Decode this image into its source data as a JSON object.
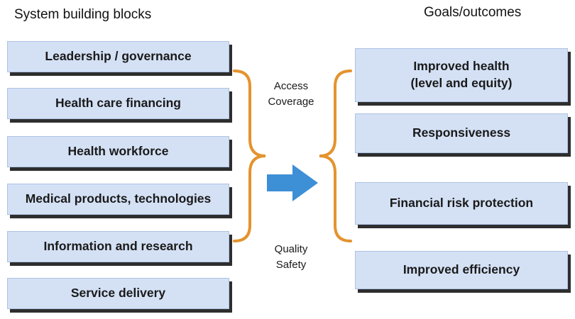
{
  "headings": {
    "left": "System building blocks",
    "right": "Goals/outcomes"
  },
  "building_blocks": [
    "Leadership / governance",
    "Health care financing",
    "Health workforce",
    "Medical products, technologies",
    "Information and research",
    "Service delivery"
  ],
  "goals": [
    {
      "line1": "Improved health",
      "line2": "(level and equity)"
    },
    {
      "line1": "Responsiveness"
    },
    {
      "line1": "Financial risk protection"
    },
    {
      "line1": "Improved efficiency"
    }
  ],
  "intermediate": {
    "top": [
      "Access",
      "Coverage"
    ],
    "bottom": [
      "Quality",
      "Safety"
    ]
  },
  "colors": {
    "box_fill": "#d4e1f5",
    "box_shadow": "#2e2e2e",
    "brace": "#e4932e",
    "arrow": "#3d8fd6"
  }
}
